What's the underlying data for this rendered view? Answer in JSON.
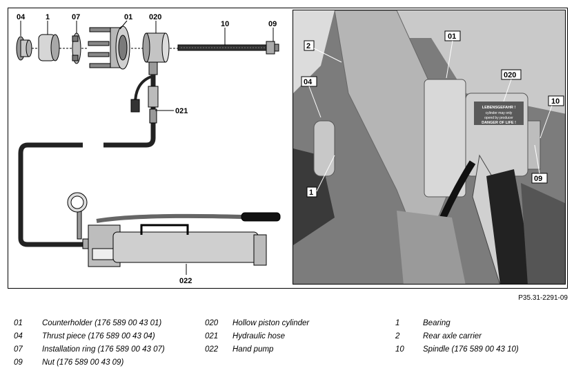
{
  "figure": {
    "drawing_labels": {
      "l04": "04",
      "l1": "1",
      "l07": "07",
      "l01": "01",
      "l020": "020",
      "l10": "10",
      "l09": "09",
      "l021": "021",
      "l022": "022"
    },
    "photo_labels": {
      "p01": "01",
      "p2": "2",
      "p04": "04",
      "p020": "020",
      "p10": "10",
      "p09": "09",
      "p1": "1",
      "cyl_text1": "LEBENSGEFAHR !",
      "cyl_text2": "cylinder may only",
      "cyl_text3": "opend by producer",
      "cyl_text4": "DANGER OF LIFE !"
    },
    "reference": "P35.31-2291-09"
  },
  "legend": {
    "col1": [
      {
        "code": "01",
        "text": "Counterholder (176 589 00 43 01)"
      },
      {
        "code": "04",
        "text": "Thrust piece (176 589 00 43 04)"
      },
      {
        "code": "07",
        "text": "Installation ring (176 589 00 43 07)"
      },
      {
        "code": "09",
        "text": "Nut (176 589 00 43 09)"
      }
    ],
    "col2": [
      {
        "code": "020",
        "text": "Hollow piston cylinder"
      },
      {
        "code": "021",
        "text": "Hydraulic hose"
      },
      {
        "code": "022",
        "text": "Hand pump"
      }
    ],
    "col3": [
      {
        "code": "1",
        "text": "Bearing"
      },
      {
        "code": "2",
        "text": "Rear axle carrier"
      },
      {
        "code": "10",
        "text": "Spindle (176 589 00 43 10)"
      }
    ]
  }
}
